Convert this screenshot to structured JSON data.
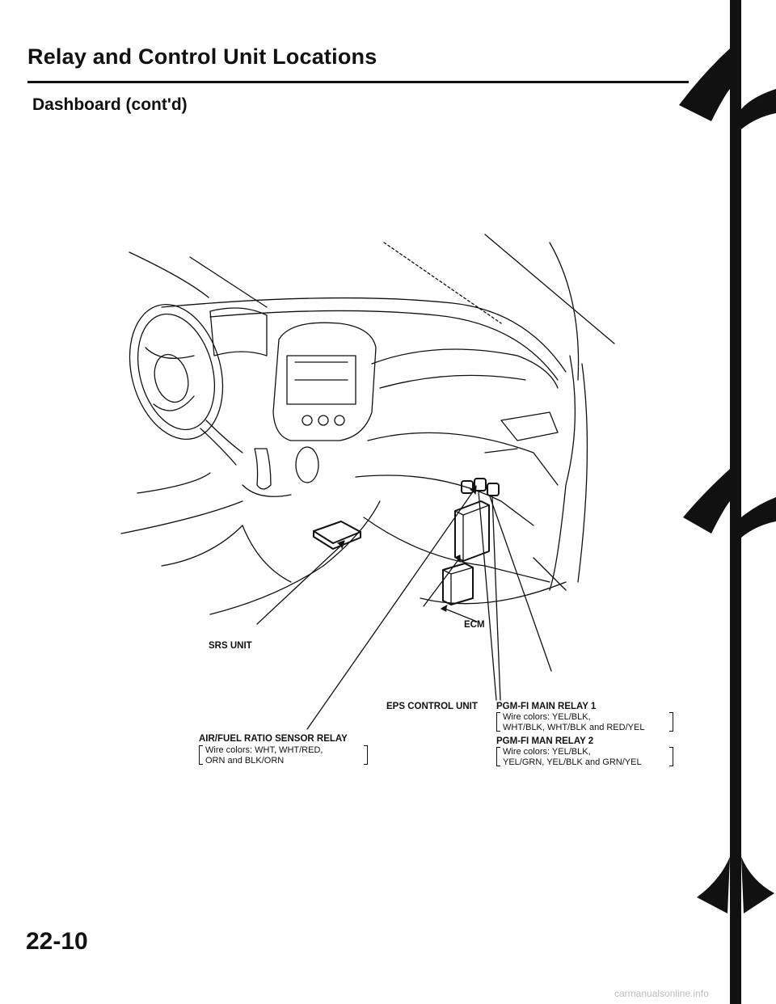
{
  "header": {
    "title": "Relay and Control Unit Locations",
    "subtitle": "Dashboard (cont'd)"
  },
  "labels": {
    "ecm": "ECM",
    "srs_unit": "SRS UNIT",
    "eps_unit": "EPS CONTROL UNIT",
    "af_relay": {
      "title": "AIR/FUEL RATIO SENSOR RELAY",
      "line1": "Wire colors: WHT, WHT/RED,",
      "line2": "ORN and BLK/ORN"
    },
    "main_relay_1": {
      "title": "PGM-FI MAIN RELAY 1",
      "line1": "Wire colors: YEL/BLK,",
      "line2": "WHT/BLK, WHT/BLK and RED/YEL"
    },
    "main_relay_2": {
      "title": "PGM-FI MAN RELAY 2",
      "line1": "Wire colors: YEL/BLK,",
      "line2": "YEL/GRN, YEL/BLK and GRN/YEL"
    }
  },
  "page_number": "22-10",
  "footer": "carmanualsonline.info"
}
